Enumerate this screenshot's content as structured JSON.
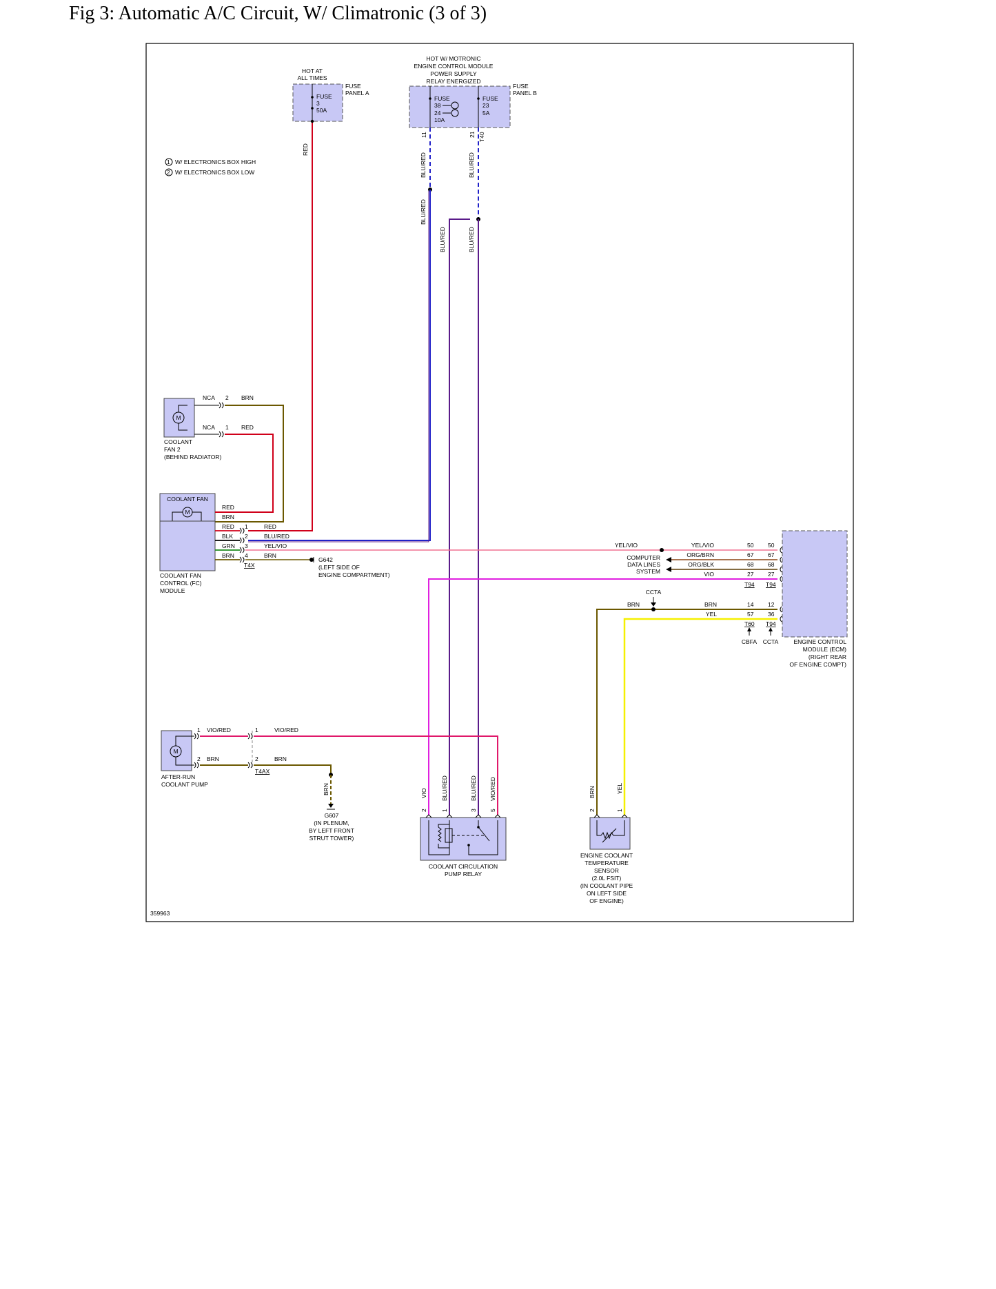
{
  "title": "Fig 3: Automatic A/C Circuit, W/ Climatronic (3 of 3)",
  "figure_id": "359963",
  "colors": {
    "red": "#d0001a",
    "blu_red": "#2020c8",
    "purple": "#5a1a8a",
    "vio": "#e020e0",
    "brn": "#6b5800",
    "yel": "#f5f000",
    "pink": "#f07090",
    "vio_red": "#e0186a",
    "component_fill": "#c8c8f5",
    "component_stroke": "#444444"
  },
  "fuse_panel_a": {
    "hot_label_1": "HOT AT",
    "hot_label_2": "ALL TIMES",
    "panel_label_1": "FUSE",
    "panel_label_2": "PANEL A",
    "fuse_label": "FUSE",
    "fuse_number": "3",
    "fuse_rating": "50A",
    "wire_color": "RED"
  },
  "fuse_panel_b": {
    "hot_label_1": "HOT W/ MOTRONIC",
    "hot_label_2": "ENGINE CONTROL MODULE",
    "hot_label_3": "POWER SUPPLY",
    "hot_label_4": "RELAY ENERGIZED",
    "panel_label_1": "FUSE",
    "panel_label_2": "PANEL B",
    "fuse1_label": "FUSE",
    "fuse1_n1": "38",
    "fuse1_n2": "24",
    "fuse1_rating": "10A",
    "fuse2_label": "FUSE",
    "fuse2_number": "23",
    "fuse2_rating": "5A",
    "pin_left": "11",
    "pin_right": "21",
    "connector": "T40",
    "wire_left": "BLU/RED",
    "wire_right": "BLU/RED",
    "wire_left_lower": "BLU/RED"
  },
  "legend": {
    "item1": "W/ ELECTRONICS BOX HIGH",
    "item2": "W/ ELECTRONICS BOX LOW",
    "sym1": "1",
    "sym2": "2"
  },
  "coolant_fan_2": {
    "motor": "M",
    "label_1": "COOLANT",
    "label_2": "FAN 2",
    "label_3": "(BEHIND RADIATOR)",
    "pin2_conn": "NCA",
    "pin2": "2",
    "pin2_wire": "BRN",
    "pin1_conn": "NCA",
    "pin1": "1",
    "pin1_wire": "RED"
  },
  "coolant_fan": {
    "label": "COOLANT FAN",
    "motor": "M",
    "wire_top": "RED",
    "wire_bottom": "BRN"
  },
  "fc_module": {
    "label_1": "COOLANT FAN",
    "label_2": "CONTROL (FC)",
    "label_3": "MODULE",
    "connector": "T4X",
    "pins": [
      {
        "left_wire": "RED",
        "pin": "1",
        "right_wire": "RED"
      },
      {
        "left_wire": "BLK",
        "pin": "2",
        "right_wire": "BLU/RED"
      },
      {
        "left_wire": "GRN",
        "pin": "3",
        "right_wire": "YEL/VIO"
      },
      {
        "left_wire": "BRN",
        "pin": "4",
        "right_wire": "BRN"
      }
    ]
  },
  "ground_g642": {
    "id": "G642",
    "desc_1": "(LEFT SIDE OF",
    "desc_2": "ENGINE COMPARTMENT)"
  },
  "riser_labels": {
    "r1": "BLU/RED",
    "r2": "BLU/RED"
  },
  "data_lines": {
    "left_wire": "YEL/VIO",
    "label_1": "COMPUTER",
    "label_2": "DATA LINES",
    "label_3": "SYSTEM",
    "rows": [
      {
        "wire": "YEL/VIO",
        "pin_a": "50",
        "pin_b": "50"
      },
      {
        "wire": "ORG/BRN",
        "pin_a": "67",
        "pin_b": "67"
      },
      {
        "wire": "ORG/BLK",
        "pin_a": "68",
        "pin_b": "68"
      },
      {
        "wire": "VIO",
        "pin_a": "27",
        "pin_b": "27"
      }
    ],
    "conn_a": "T94",
    "conn_b": "T94"
  },
  "ccta": {
    "label": "CCTA",
    "brn_left": "BRN",
    "rows": [
      {
        "wire": "BRN",
        "pin_a": "14",
        "pin_b": "12"
      },
      {
        "wire": "YEL",
        "pin_a": "57",
        "pin_b": "36"
      }
    ],
    "conn_a": "T60",
    "conn_b": "T94",
    "sub_a": "CBFA",
    "sub_b": "CCTA"
  },
  "ecm": {
    "label_1": "ENGINE CONTROL",
    "label_2": "MODULE (ECM)",
    "label_3": "(RIGHT REAR",
    "label_4": "OF ENGINE COMPT)"
  },
  "after_run_pump": {
    "motor": "M",
    "label_1": "AFTER-RUN",
    "label_2": "COOLANT PUMP",
    "pin1": "1",
    "pin1_wire": "VIO/RED",
    "pin1b": "1",
    "pin1b_wire": "VIO/RED",
    "pin2": "2",
    "pin2_wire": "BRN",
    "pin2b": "2",
    "pin2b_wire": "BRN",
    "connector": "T4AX"
  },
  "ground_g607": {
    "wire": "BRN",
    "id": "G607",
    "desc_1": "(IN PLENUM,",
    "desc_2": "BY LEFT FRONT",
    "desc_3": "STRUT TOWER)"
  },
  "pump_relay": {
    "label_1": "COOLANT CIRCULATION",
    "label_2": "PUMP RELAY",
    "pins": [
      {
        "wire": "VIO",
        "pin": "2"
      },
      {
        "wire": "BLU/RED",
        "pin": "1"
      },
      {
        "wire": "BLU/RED",
        "pin": "3"
      },
      {
        "wire": "VIO/RED",
        "pin": "5"
      }
    ]
  },
  "ect_sensor": {
    "wire_left": "BRN",
    "pin_left": "2",
    "wire_right": "YEL",
    "pin_right": "1",
    "label_1": "ENGINE COOLANT",
    "label_2": "TEMPERATURE",
    "label_3": "SENSOR",
    "label_4": "(2.0L FSIT)",
    "label_5": "(IN COOLANT PIPE",
    "label_6": "ON LEFT SIDE",
    "label_7": "OF ENGINE)"
  }
}
